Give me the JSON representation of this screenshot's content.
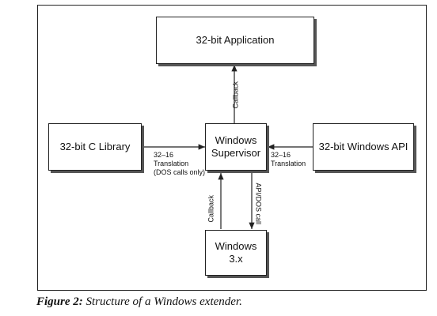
{
  "boxes": {
    "app": "32-bit Application",
    "clib": "32-bit C Library",
    "supervisor_line1": "Windows",
    "supervisor_line2": "Supervisor",
    "winapi": "32-bit Windows API",
    "win3x_line1": "Windows",
    "win3x_line2": "3.x"
  },
  "labels": {
    "callback_top": "Callback",
    "left_trans_1": "32–16",
    "left_trans_2": "Translation",
    "left_trans_3": "(DOS calls only)",
    "right_trans_1": "32–16",
    "right_trans_2": "Translation",
    "callback_bottom": "Callback",
    "api_dos_call": "API/DOS call"
  },
  "caption": {
    "figure": "Figure 2:",
    "text": "Structure of a Windows extender."
  }
}
